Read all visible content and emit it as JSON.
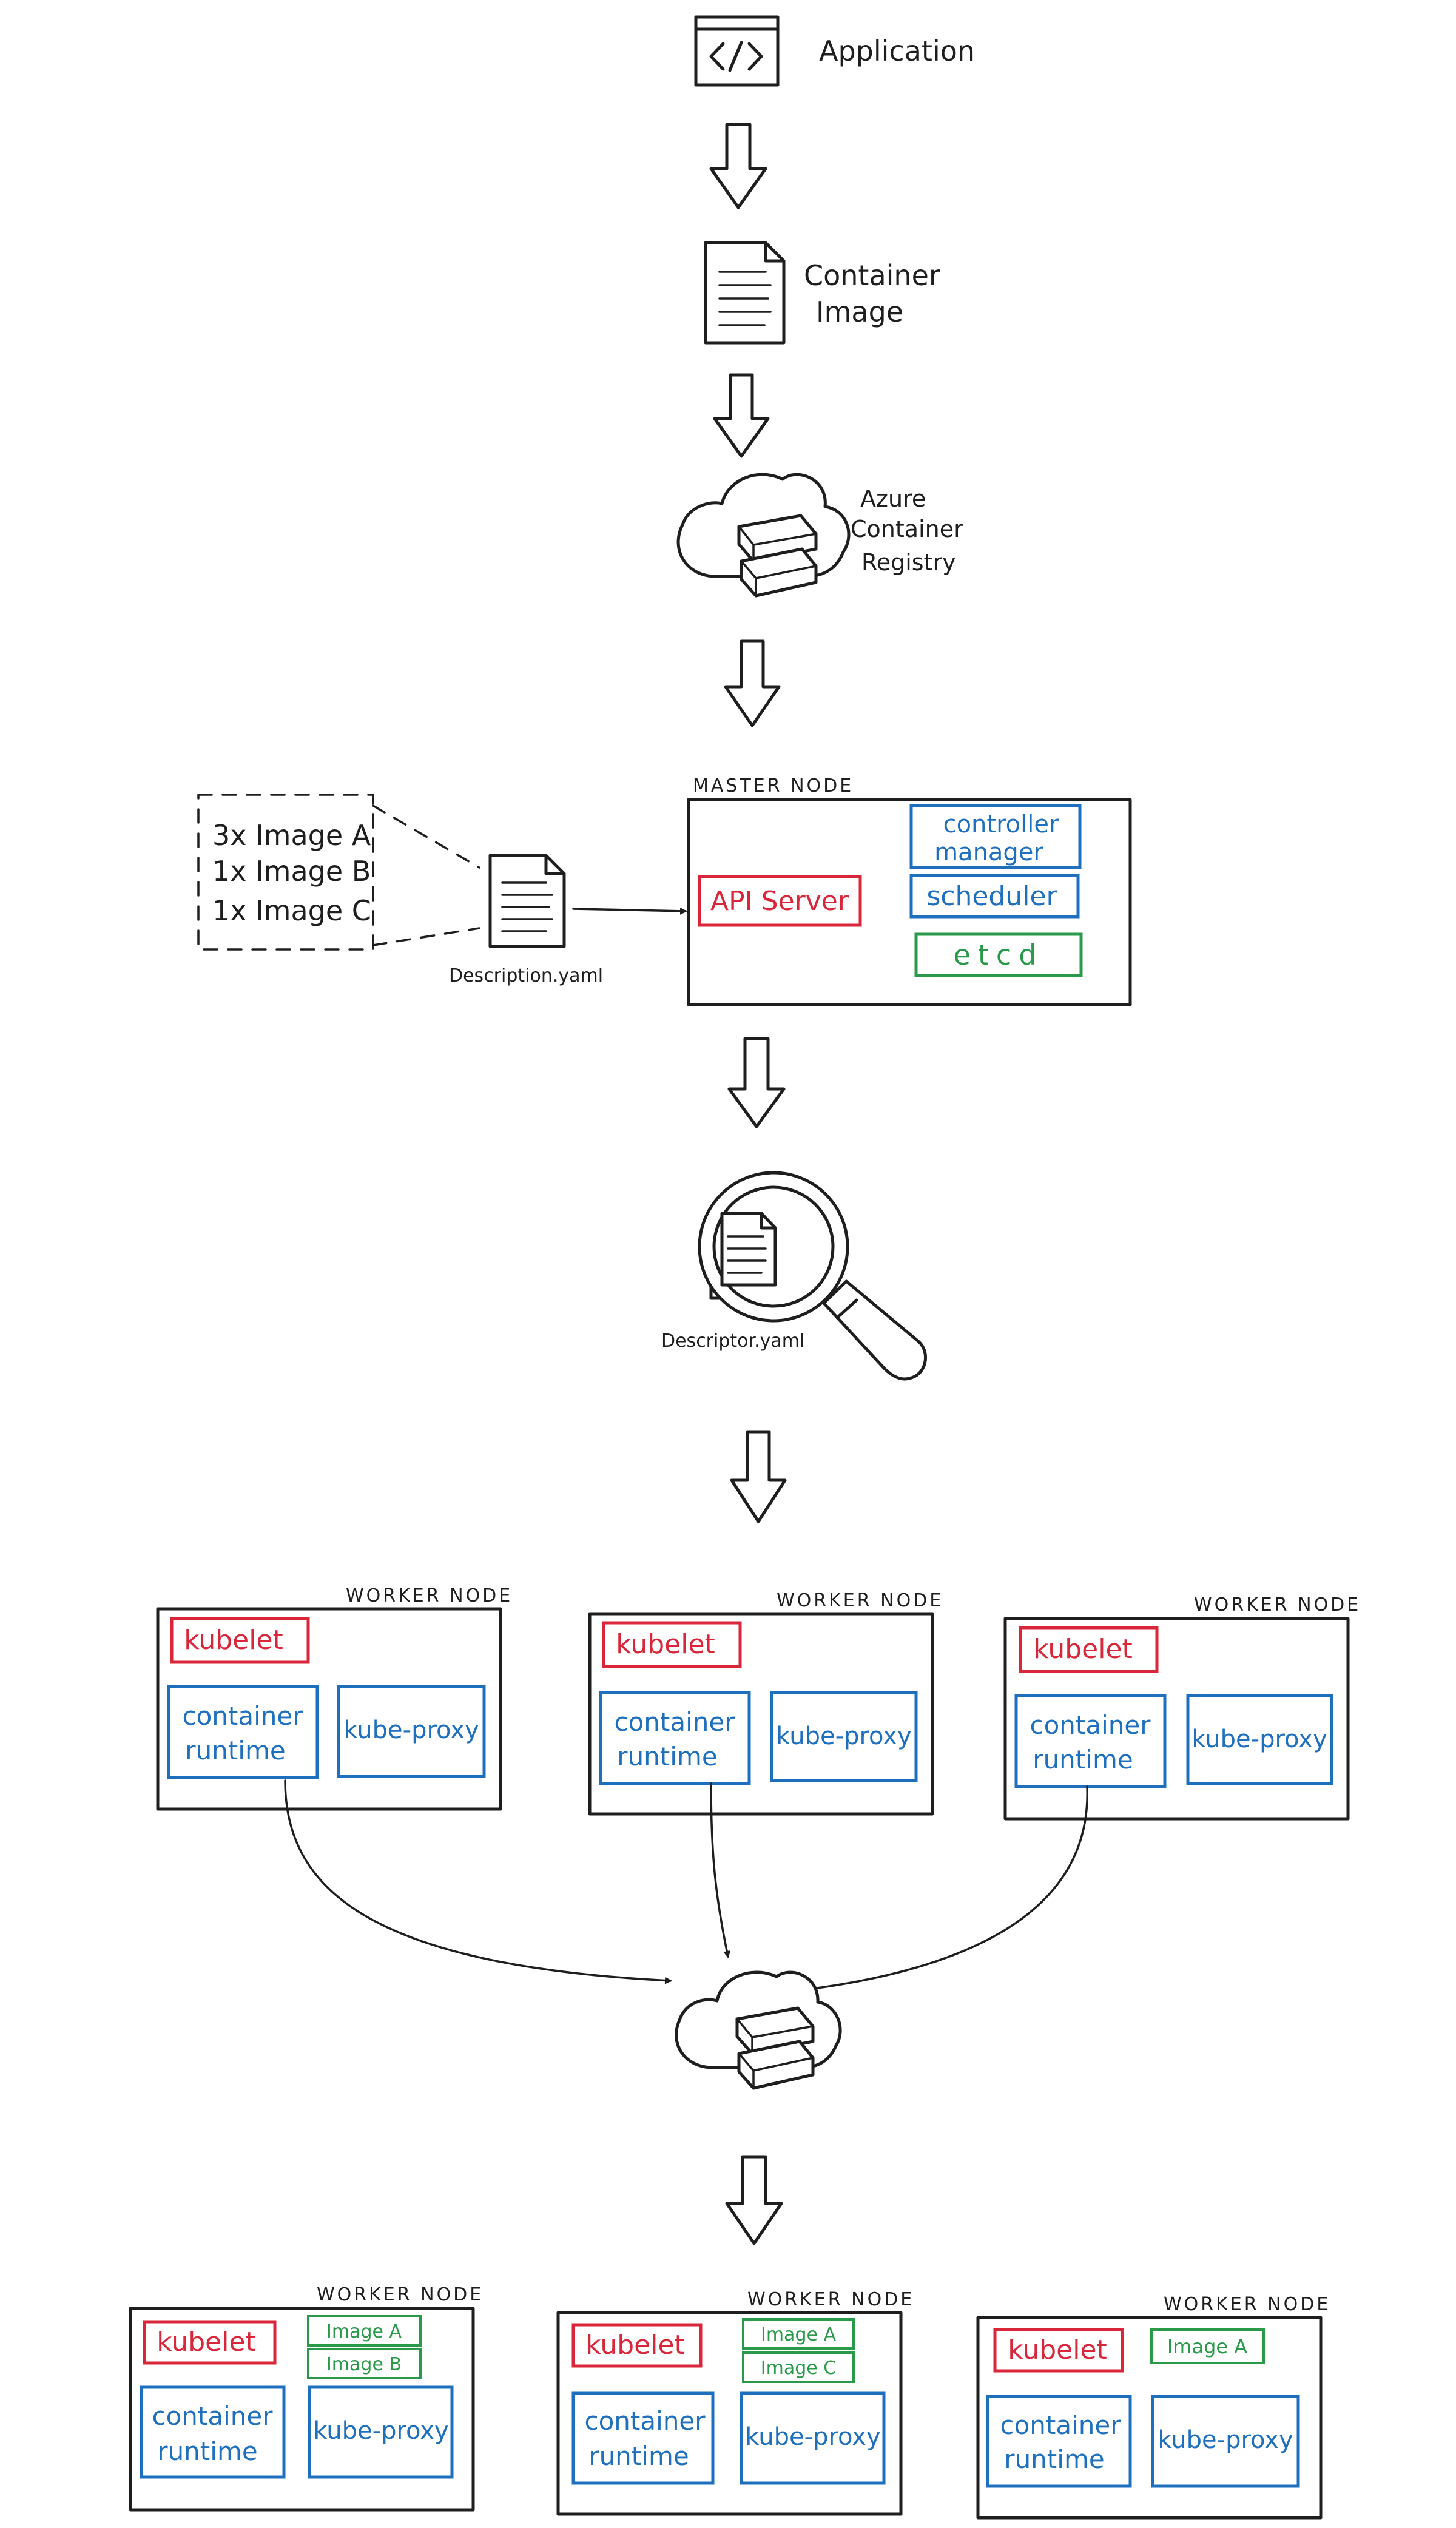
{
  "colors": {
    "ink": "#1e1e1e",
    "red": "#d9263a",
    "blue": "#1f6fbf",
    "green": "#2a9a4a"
  },
  "icons": {
    "application": "code-window-icon",
    "image": "document-icon",
    "registry": "cloud-registry-icon",
    "inspect": "magnifier-document-icon"
  },
  "flow": {
    "application_label": "Application",
    "container_image_label_1": "Container",
    "container_image_label_2": "Image",
    "registry_label_1": "Azure",
    "registry_label_2": "Container",
    "registry_label_3": "Registry"
  },
  "description": {
    "items": [
      "3x Image A",
      "1x Image B",
      "1x Image C"
    ],
    "file_label": "Description.yaml",
    "file_label_2": "Descriptor.yaml"
  },
  "master": {
    "title": "MASTER NODE",
    "api_server": "API Server",
    "controller_manager_1": "controller",
    "controller_manager_2": "manager",
    "scheduler": "scheduler",
    "etcd": "etcd"
  },
  "workers": {
    "title": "WORKER NODE",
    "kubelet": "kubelet",
    "runtime_1": "container",
    "runtime_2": "runtime",
    "proxy": "kube-proxy"
  },
  "scheduled": [
    {
      "images": [
        "Image A",
        "Image B"
      ]
    },
    {
      "images": [
        "Image A",
        "Image C"
      ]
    },
    {
      "images": [
        "Image A"
      ]
    }
  ]
}
